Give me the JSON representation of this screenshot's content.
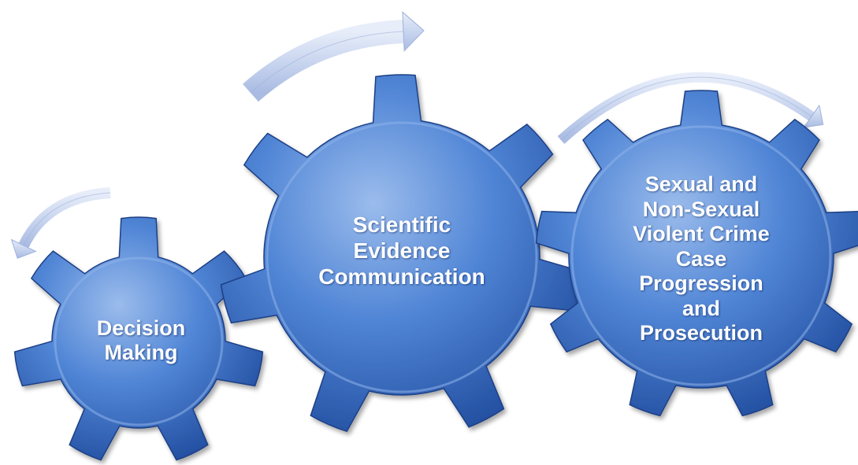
{
  "gears": [
    {
      "id": "decision-making",
      "lines": [
        "Decision",
        "Making"
      ],
      "color": "#3f74c8"
    },
    {
      "id": "scientific-evidence-communication",
      "lines": [
        "Scientific",
        "Evidence",
        "Communication"
      ],
      "color": "#3f74c8"
    },
    {
      "id": "case-progression-and-prosecution",
      "lines": [
        "Sexual and",
        "Non-Sexual",
        "Violent Crime",
        "Case",
        "Progression",
        "and",
        "Prosecution"
      ],
      "color": "#3f74c8"
    }
  ],
  "colors": {
    "gear_fill": "#3f74c8",
    "gear_highlight": "#8eb3ea",
    "gear_shadow": "#1d3f86",
    "arrow_fill": "#c9d5ee",
    "label_text": "#ffffff"
  }
}
